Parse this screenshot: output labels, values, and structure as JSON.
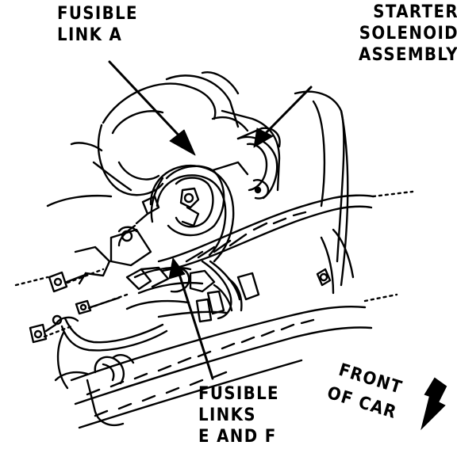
{
  "labels": {
    "fusible_link_a": [
      "FUSIBLE",
      "LINK A"
    ],
    "starter_solenoid": [
      "STARTER",
      "SOLENOID",
      "ASSEMBLY"
    ],
    "fusible_links_ef": [
      "FUSIBLE",
      "LINKS",
      "E AND F"
    ],
    "front_of_car": [
      "FRONT",
      "OF CAR"
    ]
  },
  "colors": {
    "ink": "#000000",
    "paper": "#ffffff"
  },
  "icons": {
    "direction_arrow": "front-arrow-icon"
  }
}
